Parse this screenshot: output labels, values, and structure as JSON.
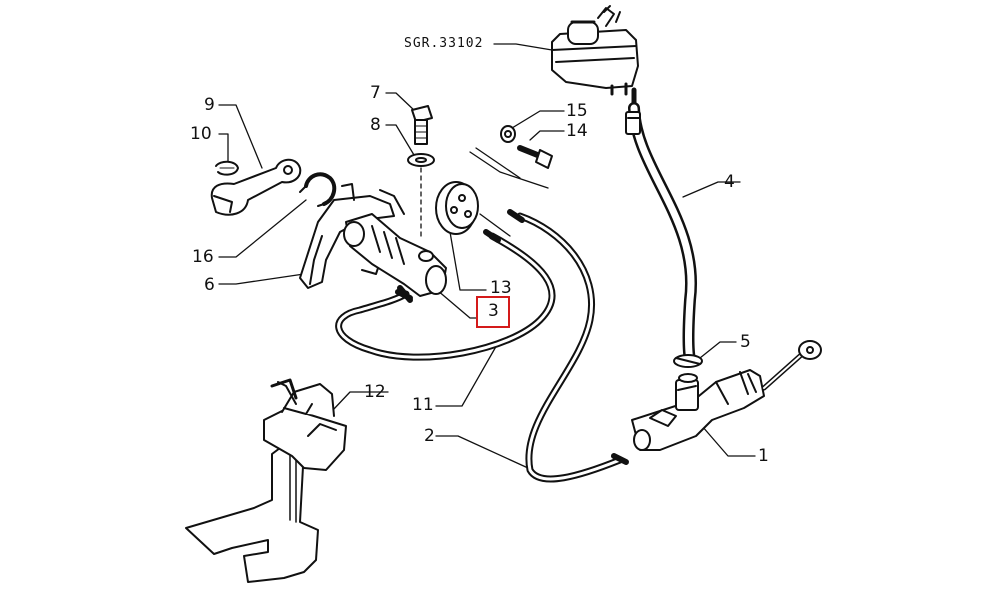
{
  "reference_code": "SGR.33102",
  "highlight_color": "#d41a1a",
  "callouts": {
    "c1": "1",
    "c2": "2",
    "c3": "3",
    "c4": "4",
    "c5": "5",
    "c6": "6",
    "c7": "7",
    "c8": "8",
    "c9": "9",
    "c10": "10",
    "c11": "11",
    "c12": "12",
    "c13": "13",
    "c14": "14",
    "c15": "15",
    "c16": "16"
  },
  "highlighted_callout": "3"
}
